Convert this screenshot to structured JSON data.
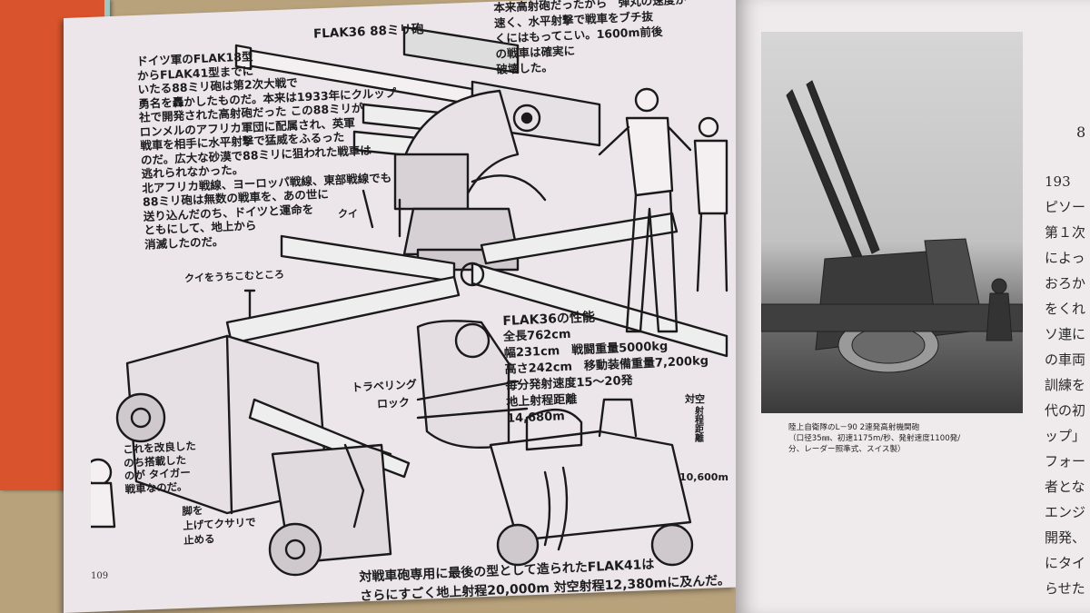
{
  "page": {
    "page_number": "109"
  },
  "left_text": {
    "title": "FLAK36 88ミリ砲",
    "intro_lines": [
      "ドイツ軍のFLAK18型",
      "からFLAK41型までに",
      "いたる88ミリ砲は第2次大戦で",
      "勇名を轟かしたものだ。本来は1933年にクルップ",
      "社で開発された高射砲だった この88ミリが",
      "ロンメルのアフリカ軍団に配属され、英軍",
      "戦車を相手に水平射撃で猛威をふるった",
      "のだ。広大な砂漠で88ミリに狙われた戦車は",
      "逃れられなかった。",
      "北アフリカ戦線、ヨーロッパ戦線、東部戦線でも",
      "88ミリ砲は無数の戦車を、あの世に",
      "送り込んだのち、ドイツと運命を",
      "ともにして、地上から",
      "消滅したのだ。"
    ],
    "top_note_lines": [
      "本来高射砲だったから　弾丸の速度が",
      "速く、水平射撃で戦車をブチ抜",
      "くにはもってこい。1600m前後",
      "の戦車は確実に",
      "破壊した。"
    ],
    "label_kui": "クイ",
    "label_kui_note": "クイをうちこむところ",
    "specs_title": "FLAK36の性能",
    "specs_lines": [
      "全長762cm",
      "幅231cm　戦闘重量5000kg",
      "高さ242cm　移動装備重量7,200kg",
      "毎分発射速度15～20発",
      "地上射程距離",
      "14,680m"
    ],
    "aa_label": "対空",
    "aa_range_label": "射程距離",
    "aa_range_value": "10,600m",
    "travel_lock_line1": "トラベリング",
    "travel_lock_line2": "ロック",
    "tiger_note_lines": [
      "これを改良した",
      "のち搭載した",
      "のが タイガー",
      "戦車なのだ。"
    ],
    "legs_note_lines": [
      "脚を",
      "上げてクサリで",
      "止める"
    ],
    "bottom_lines": [
      "対戦車砲専用に最後の型として造られたFLAK41は",
      "さらにすごく地上射程20,000m 対空射程12,380mに及んだ。"
    ]
  },
  "right_page": {
    "caption_lines": [
      "陸上自衛隊のL－90 2連発高射機関砲",
      "（口径35㎜、初速1175m/秒、発射速度1100発/",
      "分、レーダー照準式、スイス製）"
    ],
    "margin_mark": "8",
    "text_fragments": [
      "193",
      "ピソー",
      "第１次",
      "によっ",
      "おろか",
      "をくれ",
      "ソ連に",
      "の車両",
      "訓練を",
      "代の初",
      "ップ」",
      "フォー",
      "者とな",
      "エンジ",
      "開発、",
      "にタイ",
      "らせた"
    ]
  },
  "colors": {
    "paper": "#ece6ea",
    "ink": "#1c1c1c",
    "red_book": "#d9542c",
    "teal_edge": "#9ec7c2",
    "table": "#b8a27c"
  }
}
